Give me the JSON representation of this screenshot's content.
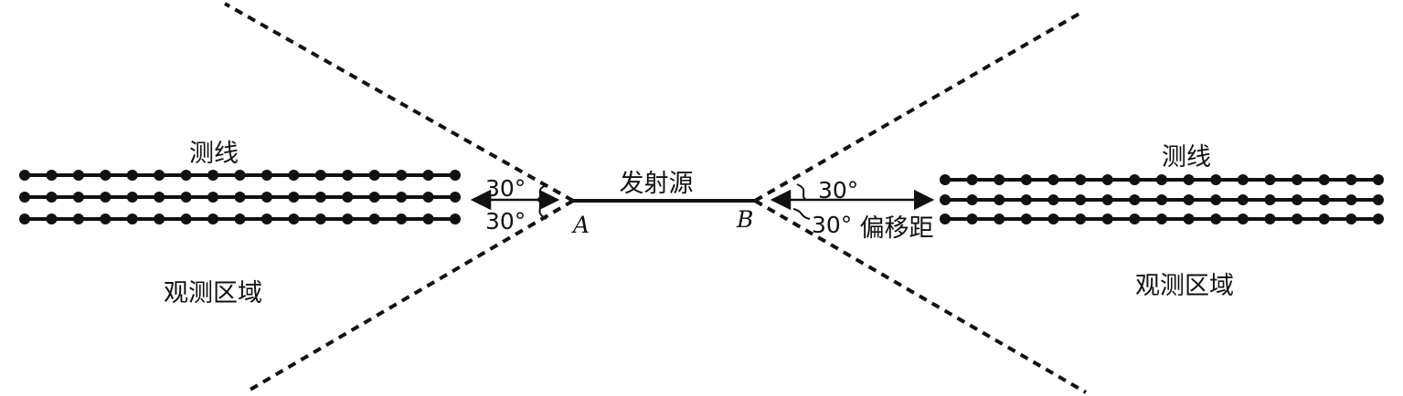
{
  "source_label": "发射源",
  "points": {
    "a": "A",
    "b": "B"
  },
  "left_area": {
    "survey_line_label": "测线",
    "observation_label": "观测区域"
  },
  "right_area": {
    "survey_line_label": "测线",
    "observation_label": "观测区域"
  },
  "angles": {
    "left_upper": "30°",
    "left_lower": "30°",
    "right_upper": "30°",
    "right_lower": "30°"
  },
  "offset_label": "偏移距",
  "colors": {
    "ink": "#111111",
    "background": "#ffffff"
  }
}
